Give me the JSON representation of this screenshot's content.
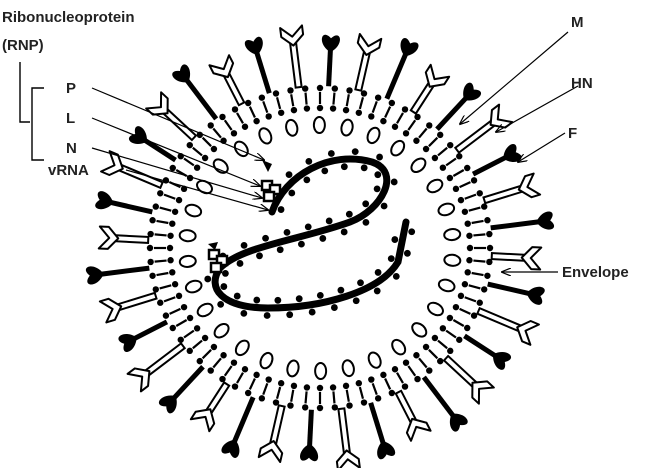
{
  "labels": {
    "rnp_line1": "Ribonucleoprotein",
    "rnp_line2": "(RNP)",
    "p": "P",
    "l": "L",
    "n": "N",
    "vrna": "vRNA",
    "m": "M",
    "hn": "HN",
    "f": "F",
    "envelope": "Envelope"
  },
  "colors": {
    "ink": "#000000",
    "text": "#222222",
    "background": "#ffffff"
  }
}
